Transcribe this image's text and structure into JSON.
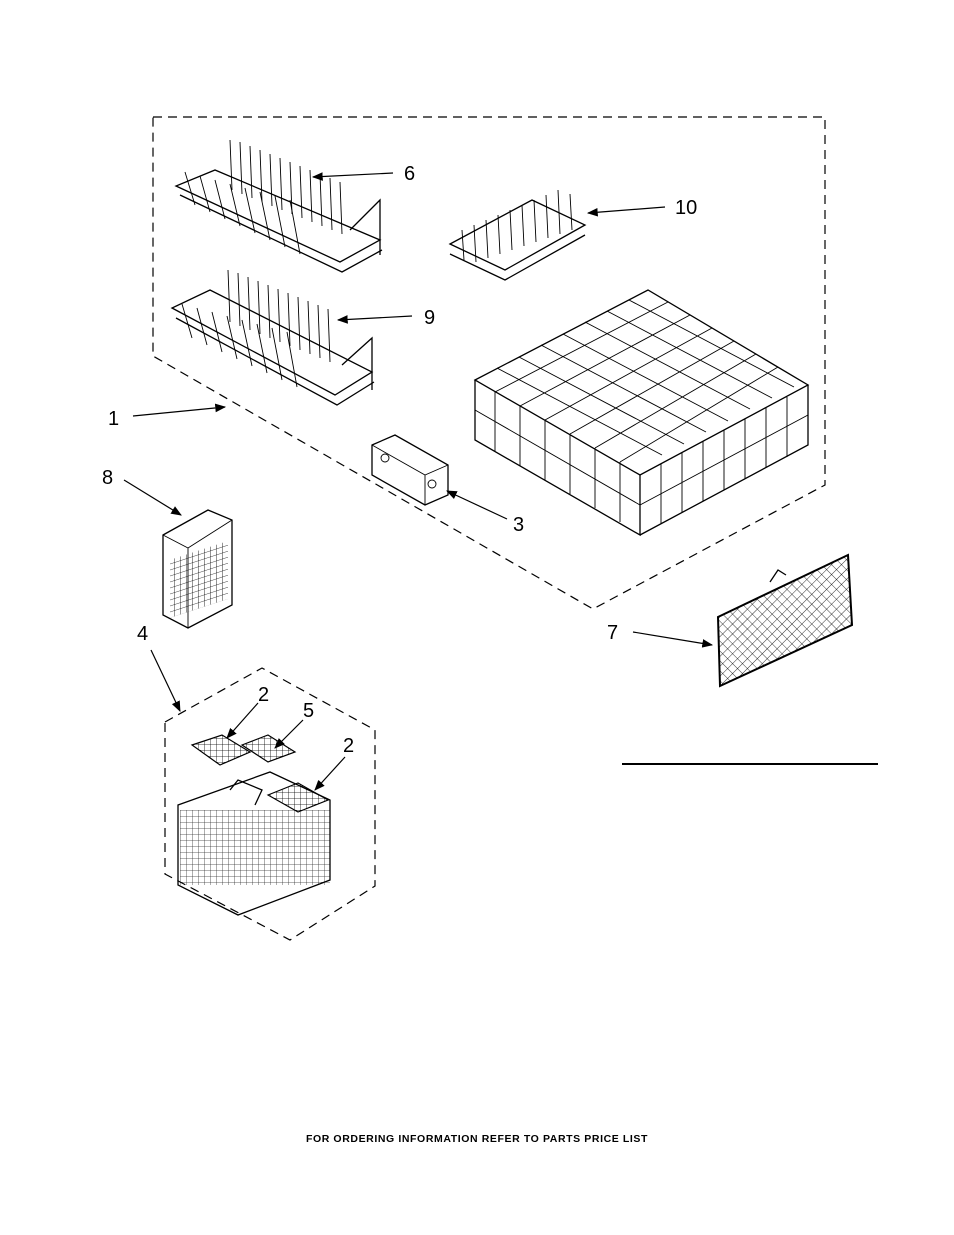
{
  "callouts": {
    "c1": "1",
    "c2a": "2",
    "c2b": "2",
    "c3": "3",
    "c4": "4",
    "c5": "5",
    "c6": "6",
    "c7": "7",
    "c8": "8",
    "c9": "9",
    "c10": "10"
  },
  "footer": "FOR ORDERING INFORMATION REFER TO PARTS PRICE LIST"
}
